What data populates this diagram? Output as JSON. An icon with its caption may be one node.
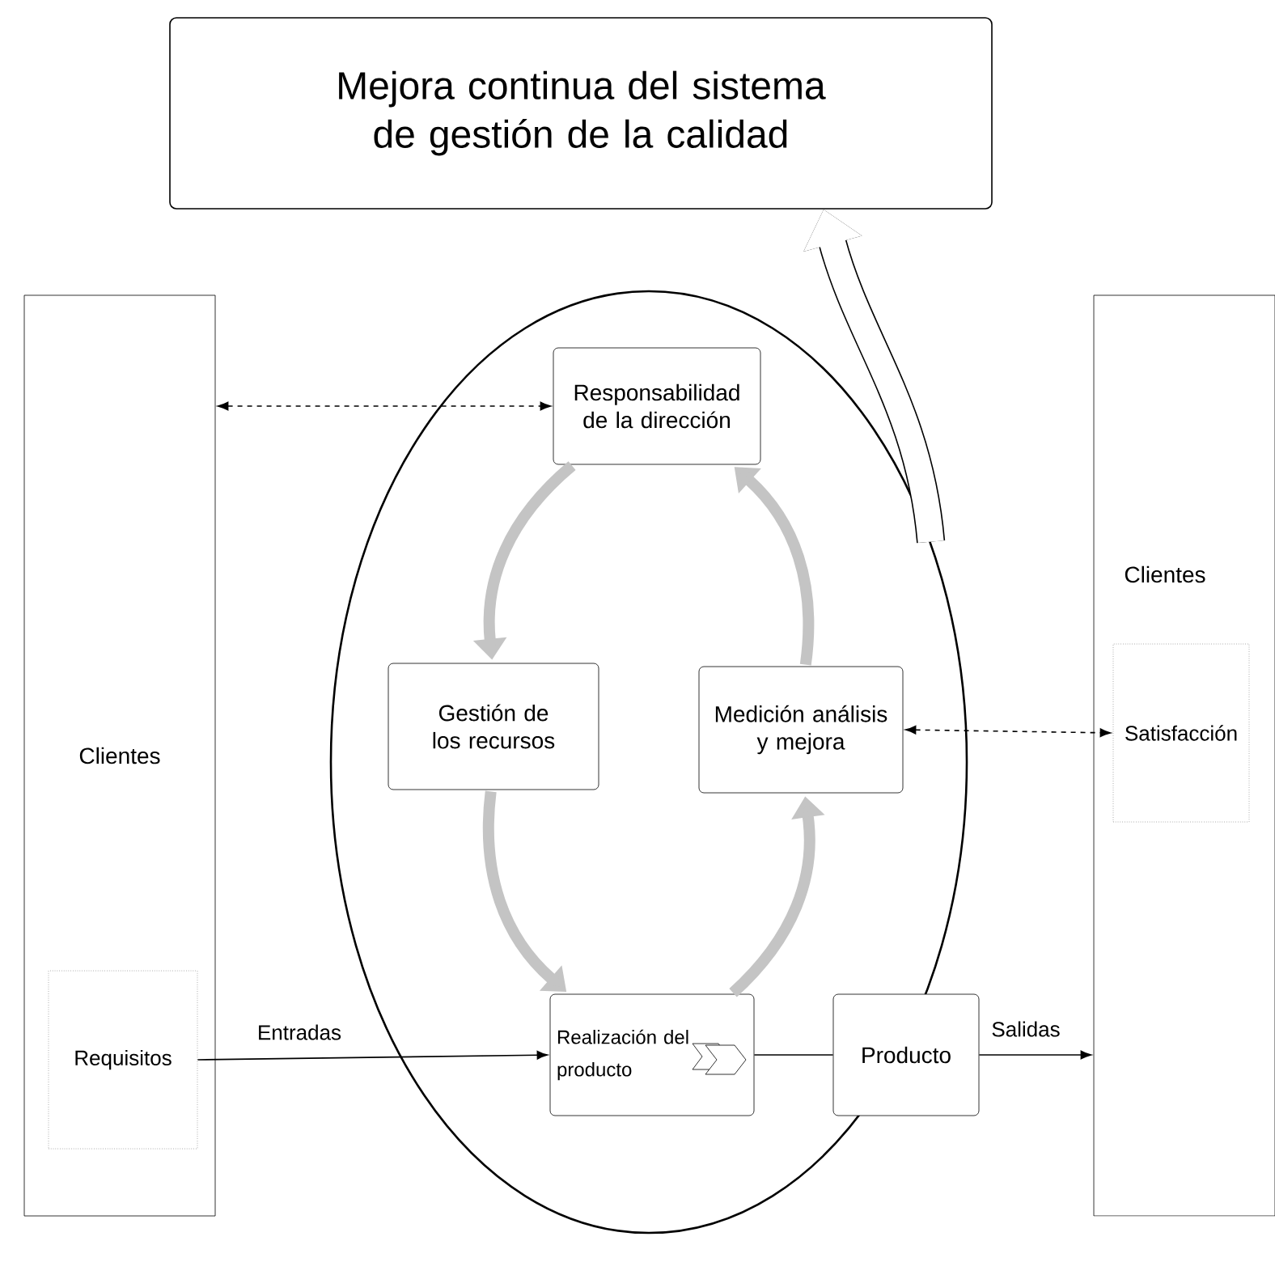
{
  "diagram": {
    "nodes": [
      {
        "text": [
          "Mejora continua del sistema de gestión de la calidad"
        ]
      },
      {
        "text": [
          "Clientes"
        ]
      },
      {
        "text": [
          "Requisitos"
        ],
        "in": 1
      },
      {
        "text": [],
        "shape": "circle"
      },
      {
        "text": [
          "Responsabilidad de la dirección"
        ],
        "in": 3
      },
      {
        "text": [
          "Gestión de los recursos"
        ],
        "in": 3
      },
      {
        "text": [
          "Medición análisis y mejora"
        ],
        "in": 3
      },
      {
        "text": [
          "Realización del producto"
        ],
        "in": 3
      },
      {
        "text": [
          "Producto"
        ]
      },
      {
        "text": [
          "Clientes"
        ]
      },
      {
        "text": [
          "Satisfacción"
        ],
        "in": 9
      }
    ],
    "edges": [
      {
        "from": 1,
        "to": 4,
        "arrow": "both",
        "style": "dashed"
      },
      {
        "from": 6,
        "to": 10,
        "arrow": "both",
        "style": "dashed"
      },
      {
        "from": 4,
        "to": 5,
        "arrow": "to",
        "style": "thick",
        "color": "#c4c4c4"
      },
      {
        "from": 5,
        "to": 7,
        "arrow": "to",
        "style": "thick",
        "color": "#c4c4c4"
      },
      {
        "from": 7,
        "to": 6,
        "arrow": "to",
        "style": "thick",
        "color": "#c4c4c4"
      },
      {
        "from": 6,
        "to": 4,
        "arrow": "to",
        "style": "thick",
        "color": "#c4c4c4"
      },
      {
        "from": 2,
        "to": 7,
        "label": "Entradas",
        "arrow": "to"
      },
      {
        "from": 7,
        "to": 8,
        "arrow": "none"
      },
      {
        "from": 8,
        "to": 9,
        "label": "Salidas",
        "arrow": "to"
      },
      {
        "from": 3,
        "to": 0,
        "arrow": "to",
        "style": "thick"
      }
    ]
  }
}
